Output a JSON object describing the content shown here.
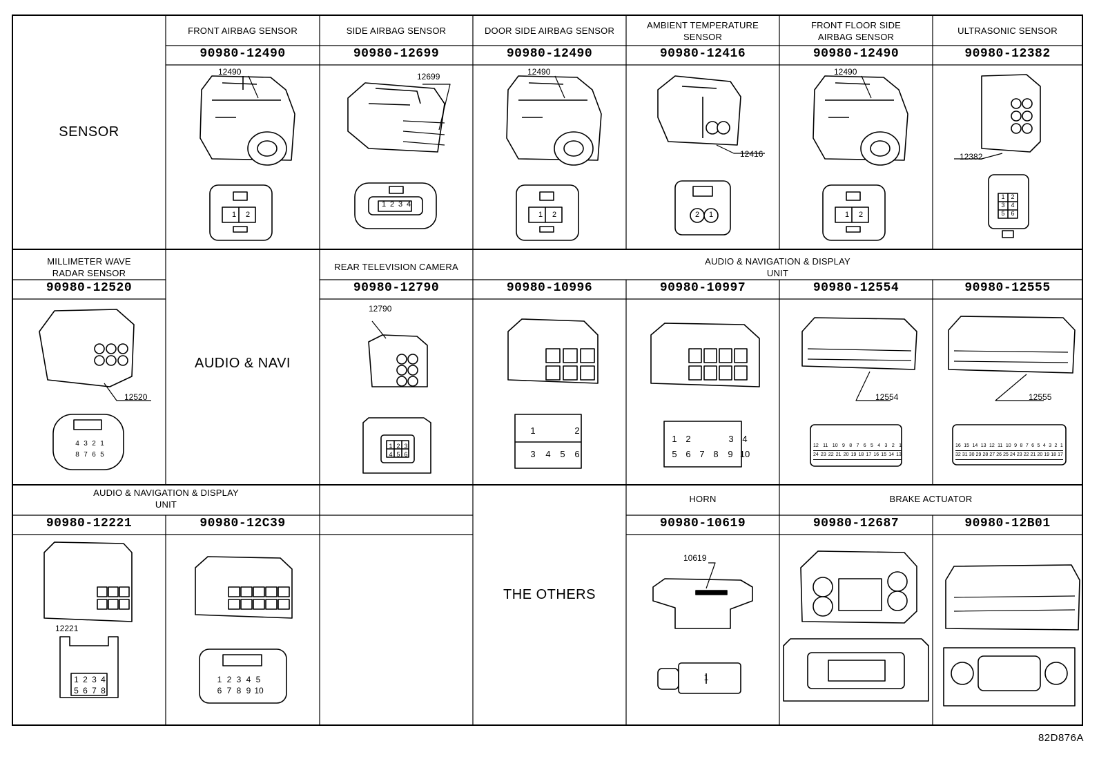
{
  "sections": {
    "sensor": "SENSOR",
    "audio_navi": "AUDIO & NAVI",
    "others": "THE OTHERS"
  },
  "row1": [
    {
      "label_1": "FRONT AIRBAG SENSOR",
      "label_2": "",
      "part": "90980-12490",
      "callout": "12490",
      "pins": [
        "1",
        "2"
      ]
    },
    {
      "label_1": "SIDE AIRBAG SENSOR",
      "label_2": "",
      "part": "90980-12699",
      "callout": "12699",
      "pins": [
        "1",
        "2",
        "3",
        "4"
      ]
    },
    {
      "label_1": "DOOR SIDE AIRBAG SENSOR",
      "label_2": "",
      "part": "90980-12490",
      "callout": "12490",
      "pins": [
        "1",
        "2"
      ]
    },
    {
      "label_1": "AMBIENT TEMPERATURE",
      "label_2": "SENSOR",
      "part": "90980-12416",
      "callout": "12416",
      "pins": [
        "2",
        "1"
      ]
    },
    {
      "label_1": "FRONT FLOOR SIDE",
      "label_2": "AIRBAG SENSOR",
      "part": "90980-12490",
      "callout": "12490",
      "pins": [
        "1",
        "2"
      ]
    },
    {
      "label_1": "ULTRASONIC SENSOR",
      "label_2": "",
      "part": "90980-12382",
      "callout": "12382",
      "pins": [
        "1",
        "2",
        "3",
        "4",
        "5",
        "6"
      ]
    }
  ],
  "row2": {
    "radar": {
      "label_1": "MILLIMETER WAVE",
      "label_2": "RADAR SENSOR",
      "part": "90980-12520",
      "callout": "12520",
      "pins": [
        "4",
        "3",
        "2",
        "1",
        "8",
        "7",
        "6",
        "5"
      ]
    },
    "camera": {
      "label_1": "REAR TELEVISION CAMERA",
      "part": "90980-12790",
      "callout": "12790",
      "pins": [
        "1",
        "2",
        "3",
        "4",
        "5",
        "6"
      ]
    },
    "audio_label_1": "AUDIO & NAVIGATION & DISPLAY",
    "audio_label_2": "UNIT",
    "audio_parts": [
      {
        "part": "90980-10996",
        "pins": [
          "1",
          "2",
          "3",
          "4",
          "5",
          "6"
        ]
      },
      {
        "part": "90980-10997",
        "pins": [
          "1",
          "2",
          "3",
          "4",
          "5",
          "6",
          "7",
          "8",
          "9",
          "10"
        ]
      },
      {
        "part": "90980-12554",
        "callout": "12554",
        "pins_top": [
          "12",
          "11",
          "10",
          "9",
          "8",
          "7",
          "6",
          "5",
          "4",
          "3",
          "2",
          "1"
        ],
        "pins_bottom": [
          "24",
          "23",
          "22",
          "21",
          "20",
          "19",
          "18",
          "17",
          "16",
          "15",
          "14",
          "13"
        ]
      },
      {
        "part": "90980-12555",
        "callout": "12555",
        "pins_top": [
          "16",
          "15",
          "14",
          "13",
          "12",
          "11",
          "10",
          "9",
          "8",
          "7",
          "6",
          "5",
          "4",
          "3",
          "2",
          "1"
        ],
        "pins_bottom": [
          "32",
          "31",
          "30",
          "29",
          "28",
          "27",
          "26",
          "25",
          "24",
          "23",
          "22",
          "21",
          "20",
          "19",
          "18",
          "17"
        ]
      }
    ]
  },
  "row3": {
    "audio_label_1": "AUDIO & NAVIGATION & DISPLAY",
    "audio_label_2": "UNIT",
    "audio_parts": [
      {
        "part": "90980-12221",
        "callout": "12221",
        "pins": [
          "1",
          "2",
          "3",
          "4",
          "5",
          "6",
          "7",
          "8"
        ]
      },
      {
        "part": "90980-12C39",
        "pins": [
          "1",
          "2",
          "3",
          "4",
          "5",
          "6",
          "7",
          "8",
          "9",
          "10"
        ]
      }
    ],
    "horn": {
      "label": "HORN",
      "part": "90980-10619",
      "callout": "10619",
      "pins": [
        "1"
      ]
    },
    "brake_label": "BRAKE ACTUATOR",
    "brake_parts": [
      {
        "part": "90980-12687"
      },
      {
        "part": "90980-12B01"
      }
    ]
  },
  "figure_id": "82D876A"
}
